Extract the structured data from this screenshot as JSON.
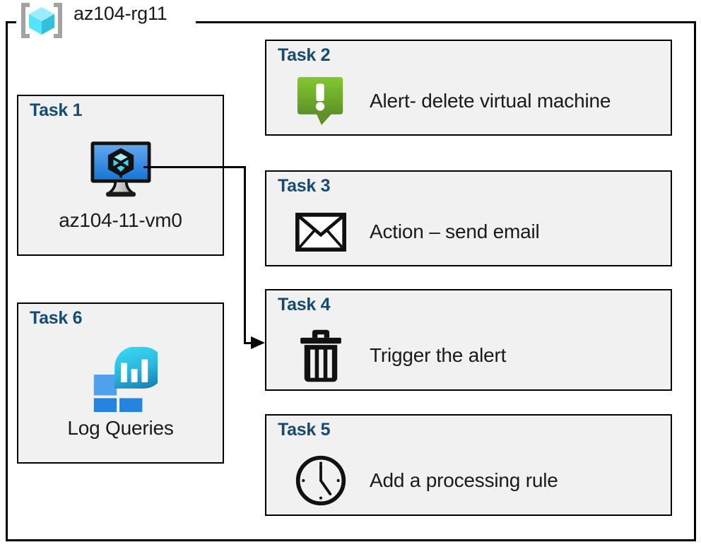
{
  "resource_group": {
    "name": "az104-rg11",
    "icon": "azure-resource-group-icon"
  },
  "tasks": [
    {
      "id": "task1",
      "title": "Task 1",
      "caption": "az104-11-vm0",
      "icon": "virtual-machine-icon",
      "layout": "stacked"
    },
    {
      "id": "task2",
      "title": "Task 2",
      "caption": "Alert- delete virtual machine",
      "icon": "alert-exclamation-icon",
      "layout": "inline"
    },
    {
      "id": "task3",
      "title": "Task 3",
      "caption": "Action – send email",
      "icon": "envelope-icon",
      "layout": "inline"
    },
    {
      "id": "task4",
      "title": "Task 4",
      "caption": "Trigger the alert",
      "icon": "trash-can-icon",
      "layout": "inline"
    },
    {
      "id": "task5",
      "title": "Task 5",
      "caption": "Add a processing rule",
      "icon": "clock-icon",
      "layout": "inline"
    },
    {
      "id": "task6",
      "title": "Task 6",
      "caption": "Log Queries",
      "icon": "log-analytics-icon",
      "layout": "stacked"
    }
  ],
  "connector": {
    "from": "task1-vm-icon",
    "to": "task4",
    "style": "orthogonal-arrow"
  },
  "colors": {
    "task_title": "#154B73",
    "box_fill": "#f1f1f1",
    "box_border": "#000000",
    "alert_green_light": "#7DBD31",
    "alert_green_dark": "#5E9227",
    "rg_cube_cyan": "#50E6FF",
    "rg_cube_mid": "#9CEBFF",
    "rg_bracket_gray": "#A3A3A3",
    "vm_blue_light": "#5EA0EF",
    "vm_blue_dark": "#0F6CBD",
    "log_square_light": "#4FA1ED",
    "log_square_dark": "#2489E6",
    "log_teal": "#32D4E8",
    "log_teal_dark": "#1B82B8"
  }
}
